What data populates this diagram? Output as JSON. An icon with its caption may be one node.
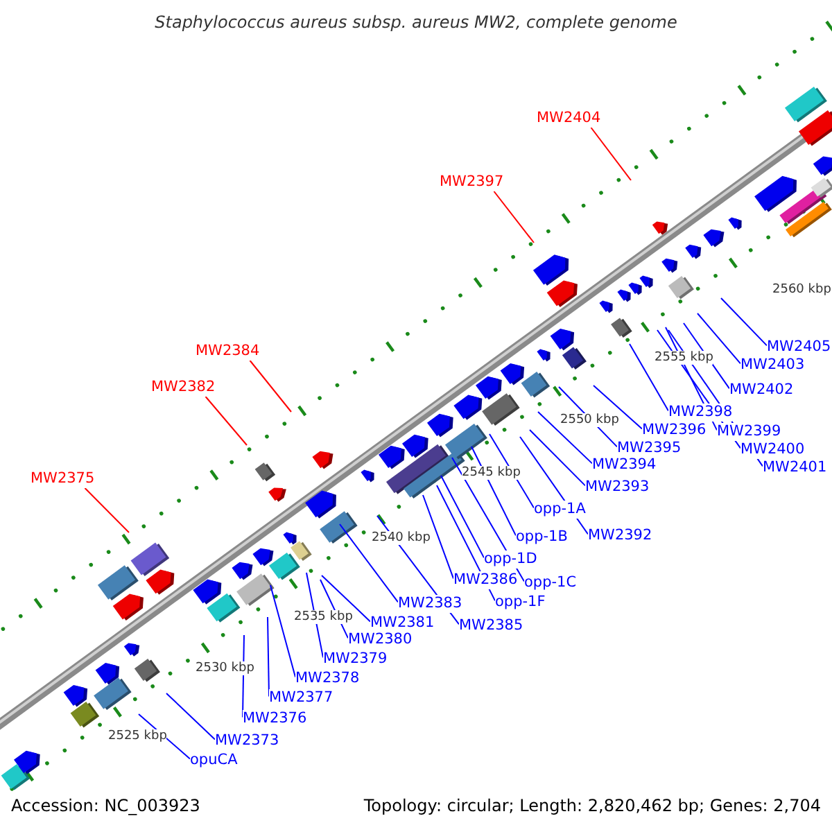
{
  "diagram": {
    "title": "Staphylococcus aureus subsp. aureus MW2, complete genome",
    "nodes": [
      {
        "text": [
          "MW2404"
        ]
      },
      {
        "text": [
          "MW2397"
        ]
      },
      {
        "text": [
          "MW2384"
        ]
      },
      {
        "text": [
          "MW2382"
        ]
      },
      {
        "text": [
          "MW2375"
        ]
      },
      {
        "text": [
          "MW2405"
        ]
      },
      {
        "text": [
          "MW2403"
        ]
      },
      {
        "text": [
          "MW2402"
        ]
      },
      {
        "text": [
          "MW2398"
        ]
      },
      {
        "text": [
          "MW2396"
        ]
      },
      {
        "text": [
          "MW2399"
        ]
      },
      {
        "text": [
          "MW2395"
        ]
      },
      {
        "text": [
          "MW2400"
        ]
      },
      {
        "text": [
          "MW2394"
        ]
      },
      {
        "text": [
          "MW2401"
        ]
      },
      {
        "text": [
          "MW2393"
        ]
      },
      {
        "text": [
          "opp-1A"
        ]
      },
      {
        "text": [
          "MW2392"
        ]
      },
      {
        "text": [
          "opp-1B"
        ]
      },
      {
        "text": [
          "opp-1D"
        ]
      },
      {
        "text": [
          "MW2386"
        ]
      },
      {
        "text": [
          "opp-1C"
        ]
      },
      {
        "text": [
          "MW2383"
        ]
      },
      {
        "text": [
          "opp-1F"
        ]
      },
      {
        "text": [
          "MW2385"
        ]
      },
      {
        "text": [
          "MW2381"
        ]
      },
      {
        "text": [
          "MW2380"
        ]
      },
      {
        "text": [
          "MW2379"
        ]
      },
      {
        "text": [
          "MW2378"
        ]
      },
      {
        "text": [
          "MW2377"
        ]
      },
      {
        "text": [
          "MW2376"
        ]
      },
      {
        "text": [
          "MW2373"
        ]
      },
      {
        "text": [
          "opuCA"
        ]
      }
    ],
    "edges": [
      {
        "from": 0,
        "to": null,
        "arrow": "none",
        "color": "#ff0000"
      },
      {
        "from": 1,
        "to": null,
        "arrow": "none",
        "color": "#ff0000"
      },
      {
        "from": 2,
        "to": null,
        "arrow": "none",
        "color": "#ff0000"
      },
      {
        "from": 3,
        "to": null,
        "arrow": "none",
        "color": "#ff0000"
      },
      {
        "from": 4,
        "to": null,
        "arrow": "none",
        "color": "#ff0000"
      },
      {
        "from": 5,
        "to": null,
        "arrow": "none"
      },
      {
        "from": 6,
        "to": null,
        "arrow": "none"
      },
      {
        "from": 7,
        "to": null,
        "arrow": "none"
      },
      {
        "from": 8,
        "to": null,
        "arrow": "none"
      },
      {
        "from": 9,
        "to": null,
        "arrow": "none"
      },
      {
        "from": 10,
        "to": null,
        "arrow": "none"
      },
      {
        "from": 11,
        "to": null,
        "arrow": "none"
      },
      {
        "from": 12,
        "to": null,
        "arrow": "none"
      },
      {
        "from": 13,
        "to": null,
        "arrow": "none"
      },
      {
        "from": 14,
        "to": null,
        "arrow": "none"
      },
      {
        "from": 15,
        "to": null,
        "arrow": "none"
      },
      {
        "from": 16,
        "to": null,
        "arrow": "none"
      },
      {
        "from": 17,
        "to": null,
        "arrow": "none"
      },
      {
        "from": 18,
        "to": null,
        "arrow": "none"
      },
      {
        "from": 19,
        "to": null,
        "arrow": "none"
      },
      {
        "from": 20,
        "to": null,
        "arrow": "none"
      },
      {
        "from": 21,
        "to": null,
        "arrow": "none"
      },
      {
        "from": 22,
        "to": null,
        "arrow": "none"
      },
      {
        "from": 23,
        "to": null,
        "arrow": "none"
      },
      {
        "from": 24,
        "to": null,
        "arrow": "none"
      },
      {
        "from": 25,
        "to": null,
        "arrow": "none"
      },
      {
        "from": 26,
        "to": null,
        "arrow": "none"
      },
      {
        "from": 27,
        "to": null,
        "arrow": "none"
      },
      {
        "from": 28,
        "to": null,
        "arrow": "none"
      },
      {
        "from": 29,
        "to": null,
        "arrow": "none"
      },
      {
        "from": 30,
        "to": null,
        "arrow": "none"
      },
      {
        "from": 31,
        "to": null,
        "arrow": "none"
      },
      {
        "from": 32,
        "to": null,
        "arrow": "none"
      }
    ],
    "labels": [
      "2560 kbp",
      "2555 kbp",
      "2550 kbp",
      "2545 kbp",
      "2540 kbp",
      "2535 kbp",
      "2530 kbp",
      "2525 kbp",
      "Accession: NC_003923",
      "Topology: circular; Length: 2,820,462 bp; Genes: 2,704"
    ]
  }
}
